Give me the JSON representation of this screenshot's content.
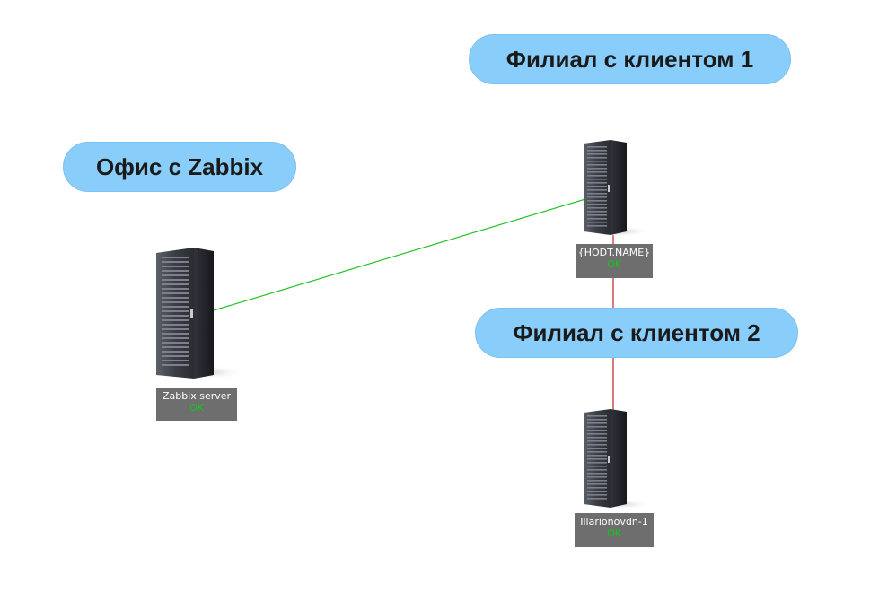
{
  "colors": {
    "background": "#ffffff",
    "label_pill": "#89cdfb",
    "host_label_bg": "#6e6e6e",
    "status_ok": "#13c813",
    "link_ok": "#22c322",
    "link_problem": "#c22424"
  },
  "groups": [
    {
      "title": "Офис с Zabbix"
    },
    {
      "title": "Филиал с клиентом 1"
    },
    {
      "title": "Филиал с клиентом 2"
    }
  ],
  "hosts": [
    {
      "name": "Zabbix server",
      "status": "OK",
      "icon": "server-rack-icon"
    },
    {
      "name": "{HODT.NAME}",
      "status": "OK",
      "icon": "server-rack-icon"
    },
    {
      "name": "Illarionovdn-1",
      "status": "OK",
      "icon": "server-rack-icon"
    }
  ],
  "links": [
    {
      "from": "Zabbix server",
      "to": "{HODT.NAME}",
      "color": "#22c322"
    },
    {
      "from": "{HODT.NAME}",
      "to": "Illarionovdn-1",
      "color": "#c22424"
    }
  ]
}
